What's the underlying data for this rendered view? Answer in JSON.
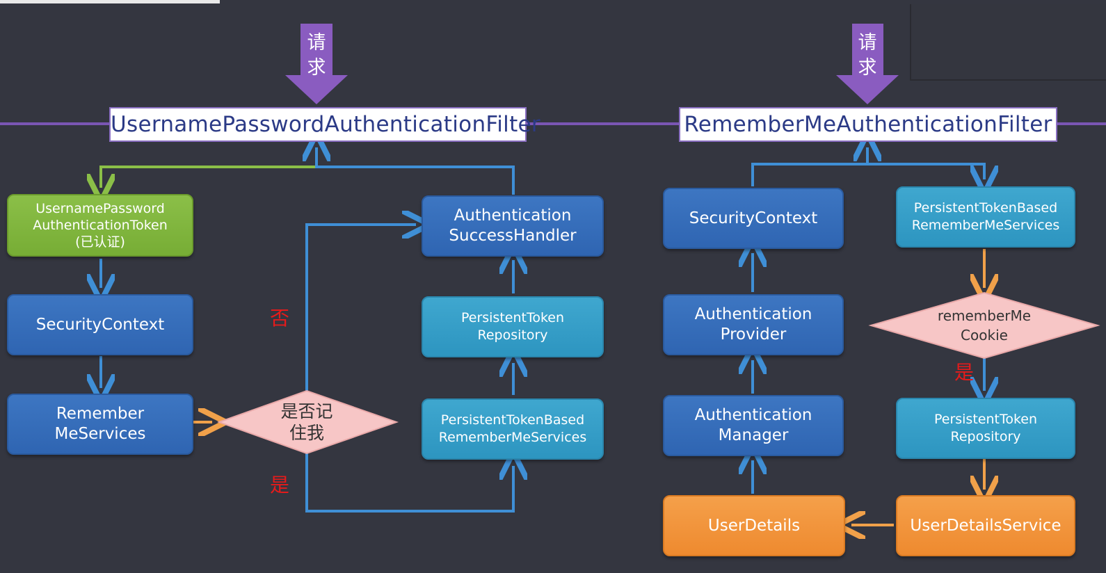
{
  "left_filter": {
    "title": "UsernamePasswordAuthenticationFilter",
    "request_label": "请\n求"
  },
  "right_filter": {
    "title": "RememberMeAuthenticationFilter",
    "request_label": "请\n求"
  },
  "left_nodes": {
    "auth_token": "UsernamePassword\nAuthenticationToken\n(已认证)",
    "security_context": "SecurityContext",
    "remember_me_services": "Remember\nMeServices",
    "remember_decision": "是否记\n住我",
    "success_handler": "Authentication\nSuccessHandler",
    "token_repository": "PersistentToken\nRepository",
    "token_based_services": "PersistentTokenBased\nRememberMeServices",
    "no_label": "否",
    "yes_label": "是"
  },
  "right_nodes": {
    "security_context": "SecurityContext",
    "authentication_provider": "Authentication\nProvider",
    "authentication_manager": "Authentication\nManager",
    "user_details": "UserDetails",
    "token_based_services": "PersistentTokenBased\nRememberMeServices",
    "remember_me_cookie": "rememberMe\nCookie",
    "yes_label": "是",
    "token_repository": "PersistentToken\nRepository",
    "user_details_service": "UserDetailsService"
  },
  "colors": {
    "background": "#343640",
    "blue_node": "#3a71bd",
    "teal_node": "#39a2cb",
    "green_node": "#84b842",
    "orange_node": "#f0923a",
    "decision_pink": "#f7c6c6",
    "request_arrow": "#8a5cc0",
    "blue_arrow": "#3f8fd6",
    "orange_arrow": "#f1a14a",
    "green_arrow": "#8bbf48",
    "red_text": "#e51b1b"
  }
}
